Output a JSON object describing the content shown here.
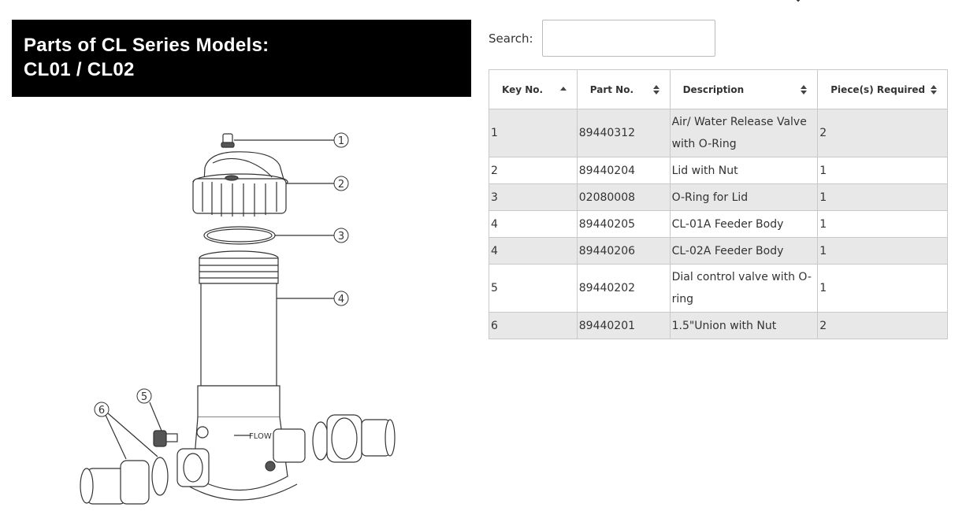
{
  "title": {
    "line1": "Parts of  CL Series Models:",
    "line2": "CL01 / CL02"
  },
  "diagram": {
    "callouts": [
      "1",
      "2",
      "3",
      "4",
      "5",
      "6"
    ],
    "flow_label": "FLOW"
  },
  "search": {
    "label": "Search:",
    "value": "",
    "placeholder": ""
  },
  "table": {
    "columns": [
      {
        "label": "Key No.",
        "sort": "asc"
      },
      {
        "label": "Part No.",
        "sort": "both"
      },
      {
        "label": "Description",
        "sort": "both"
      },
      {
        "label": "Piece(s) Required",
        "sort": "both"
      }
    ],
    "rows": [
      {
        "key": "1",
        "part": "89440312",
        "desc": "Air/ Water Release Valve with O-Ring",
        "qty": "2"
      },
      {
        "key": "2",
        "part": "89440204",
        "desc": "Lid with Nut",
        "qty": "1"
      },
      {
        "key": "3",
        "part": "02080008",
        "desc": "O-Ring for Lid",
        "qty": "1"
      },
      {
        "key": "4",
        "part": "89440205",
        "desc": "CL-01A Feeder Body",
        "qty": "1"
      },
      {
        "key": "4",
        "part": "89440206",
        "desc": "CL-02A Feeder Body",
        "qty": "1"
      },
      {
        "key": "5",
        "part": "89440202",
        "desc": "Dial control valve with O-ring",
        "qty": "1"
      },
      {
        "key": "6",
        "part": "89440201",
        "desc": "1.5\"Union with Nut",
        "qty": "2"
      }
    ]
  },
  "icons": {
    "top": "chevron-down-icon",
    "sort_asc": "sort-asc-icon",
    "sort_both": "sort-both-icon"
  },
  "colors": {
    "title_bg": "#000000",
    "row_alt": "#e8e8e8",
    "border": "#c9c9c9"
  }
}
